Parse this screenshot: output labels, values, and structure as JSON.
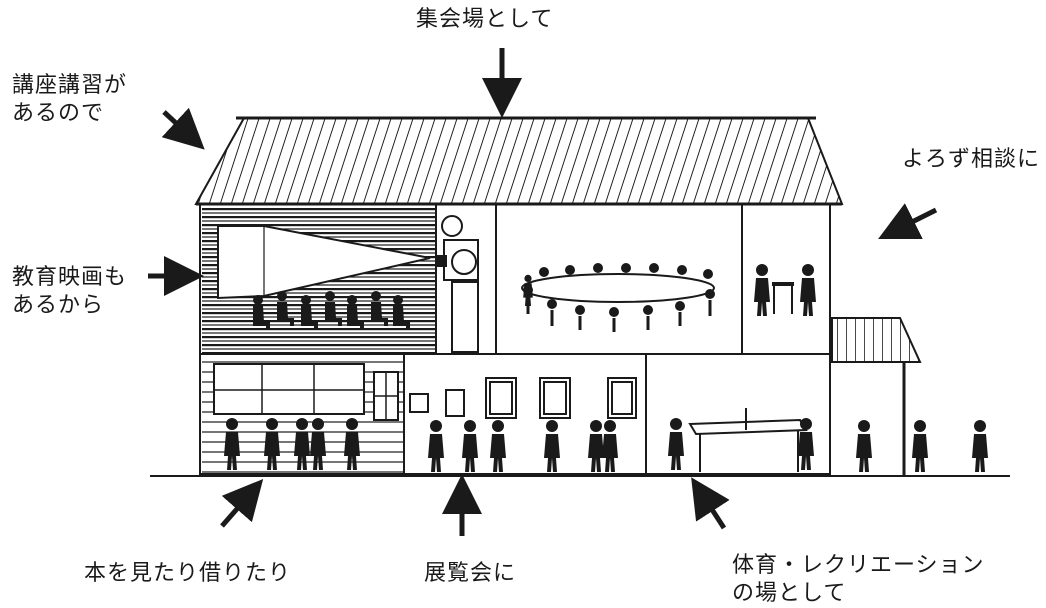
{
  "labels": {
    "top": "集会場として",
    "top_left": "講座講習が\nあるので",
    "top_right": "よろず相談に",
    "mid_left": "教育映画も\nあるから",
    "bottom_left": "本を見たり借りたり",
    "bottom_center": "展覧会に",
    "bottom_right": "体育・レクリエーション\nの場として"
  }
}
